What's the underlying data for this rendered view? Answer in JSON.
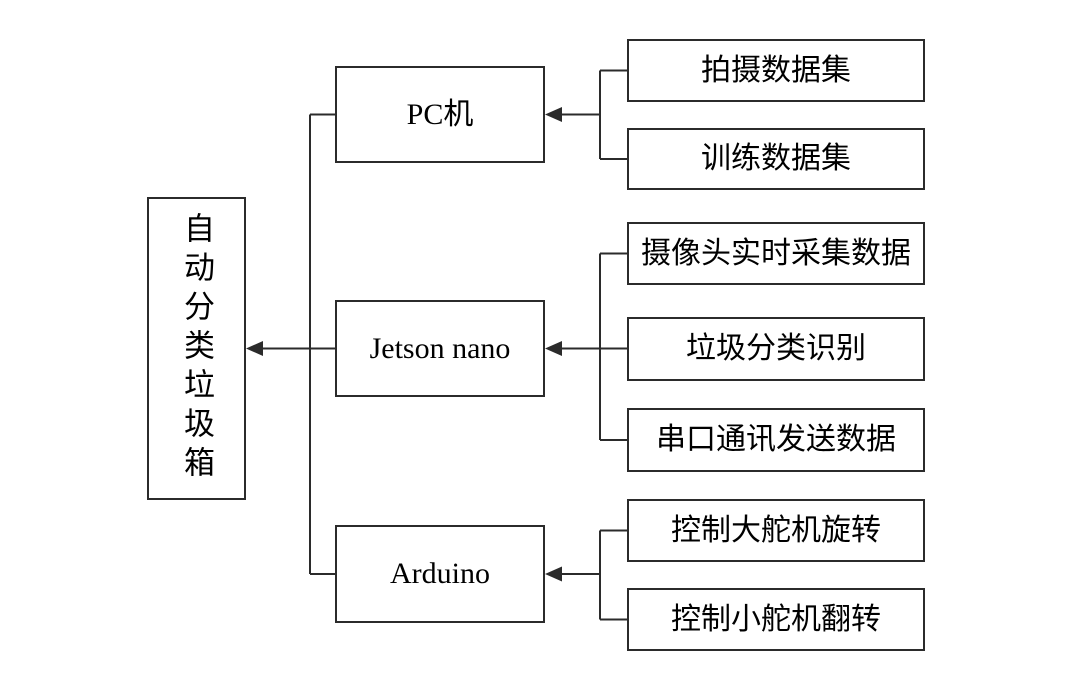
{
  "diagram": {
    "title_hint": "automatic-sorting-trash-bin-system-structure",
    "colors": {
      "background": "#ffffff",
      "line": "#2b2b2b",
      "box_border": "#2b2b2b",
      "text": "#000000"
    },
    "root": {
      "label": "自动分类垃圾箱"
    },
    "modules": [
      {
        "label": "PC机",
        "tasks": [
          "拍摄数据集",
          "训练数据集"
        ]
      },
      {
        "label": "Jetson nano",
        "tasks": [
          "摄像头实时采集数据",
          "垃圾分类识别",
          "串口通讯发送数据"
        ]
      },
      {
        "label": "Arduino",
        "tasks": [
          "控制大舵机旋转",
          "控制小舵机翻转"
        ]
      }
    ],
    "arrows": [
      {
        "from": "modules",
        "to": "root",
        "direction": "left"
      },
      {
        "from": "tasks-group-1",
        "to": "PC机",
        "direction": "left"
      },
      {
        "from": "tasks-group-2",
        "to": "Jetson nano",
        "direction": "left"
      },
      {
        "from": "tasks-group-3",
        "to": "Arduino",
        "direction": "left"
      }
    ]
  }
}
